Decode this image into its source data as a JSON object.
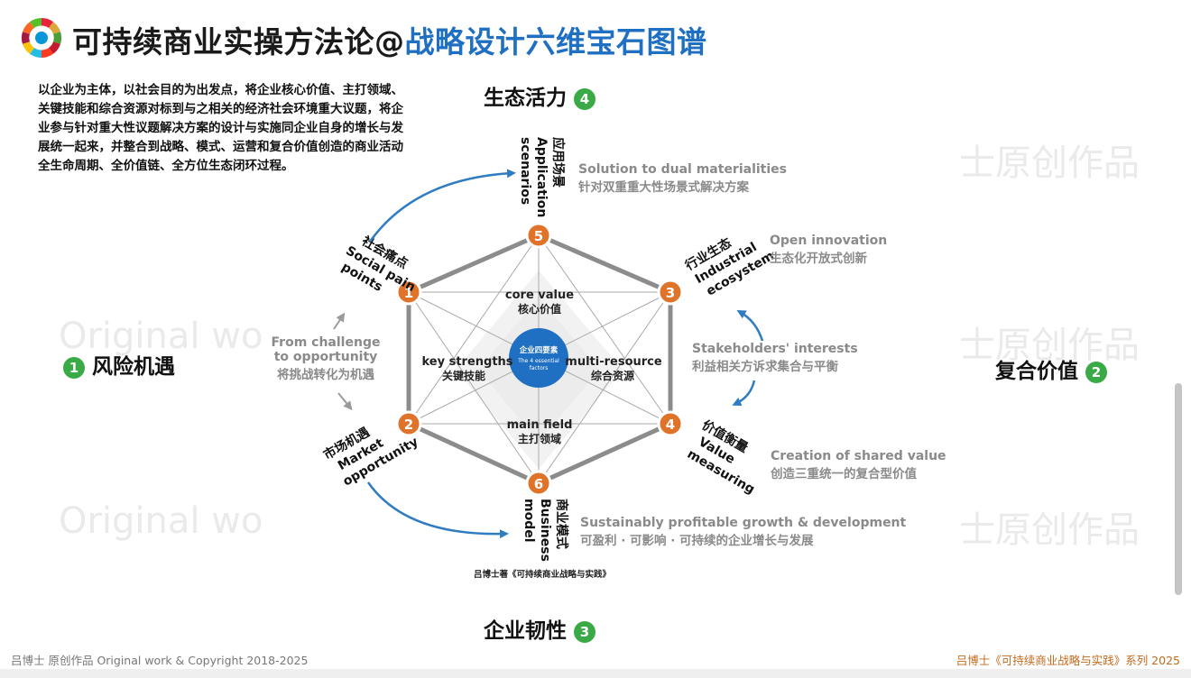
{
  "title": {
    "main": "可持续商业实操方法论@",
    "accent": "战略设计六维宝石图谱"
  },
  "intro": "以企业为主体，以社会目的为出发点，将企业核心价值、主打领域、关键技能和综合资源对标到与之相关的经济社会环境重大议题，将企业参与针对重大性议题解决方案的设计与实施同企业自身的增长与发展统一起来，并整合到战略、模式、运营和复合价值创造的商业活动全生命周期、全价值链、全方位生态闭环过程。",
  "dimensions": {
    "risk": {
      "label": "风险机遇",
      "num": "1"
    },
    "value": {
      "label": "复合价值",
      "num": "2"
    },
    "resilience": {
      "label": "企业韧性",
      "num": "3"
    },
    "ecology": {
      "label": "生态活力",
      "num": "4"
    }
  },
  "nodes": {
    "n1": {
      "num": "1",
      "zh": "社会痛点",
      "en1": "Social pain",
      "en2": "points"
    },
    "n2": {
      "num": "2",
      "zh": "市场机遇",
      "en1": "Market",
      "en2": "opportunity"
    },
    "n3": {
      "num": "3",
      "zh": "行业生态",
      "en1": "Industrial",
      "en2": "ecosystem"
    },
    "n4": {
      "num": "4",
      "zh": "价值衡量",
      "en1": "Value",
      "en2": "measuring"
    },
    "n5": {
      "num": "5",
      "zh": "应用场景",
      "en1": "Application",
      "en2": "scenarios"
    },
    "n6": {
      "num": "6",
      "zh": "商业模式",
      "en1": "Business",
      "en2": "model"
    }
  },
  "inner": {
    "core_en": "core value",
    "core_zh": "核心价值",
    "key_en": "key strengths",
    "key_zh": "关键技能",
    "multi_en": "multi-resource",
    "multi_zh": "综合资源",
    "field_en": "main field",
    "field_zh": "主打领域",
    "center_zh": "企业四要素",
    "center_en1": "The 4 essential",
    "center_en2": "factors"
  },
  "captions": {
    "c5": {
      "en": "Solution to dual materialities",
      "zh": "针对双重重大性场景式解决方案"
    },
    "c3": {
      "en": "Open innovation",
      "zh": "生态化开放式创新"
    },
    "stake": {
      "en": "Stakeholders' interests",
      "zh": "利益相关方诉求集合与平衡"
    },
    "c4": {
      "en": "Creation of shared value",
      "zh": "创造三重统一的复合型价值"
    },
    "c6": {
      "en": "Sustainably profitable growth & development",
      "zh": "可盈利 · 可影响 · 可持续的企业增长与发展"
    },
    "challenge": {
      "en1": "From challenge",
      "en2": "to opportunity",
      "zh": "将挑战转化为机遇"
    }
  },
  "source": "吕博士著《可持续商业战略与实践》",
  "watermarks": {
    "original": "Original wo",
    "brand": "士原创作品"
  },
  "footer": {
    "left": "吕博士 原创作品 Original work & Copyright 2018-2025",
    "right": "吕博士《可持续商业战略与实践》系列 2025"
  },
  "colors": {
    "node": "#e0732a",
    "badge": "#3aaa46",
    "center": "#1f6fc2",
    "arrow": "#2f7cc1",
    "accent": "#1f6fc2"
  }
}
